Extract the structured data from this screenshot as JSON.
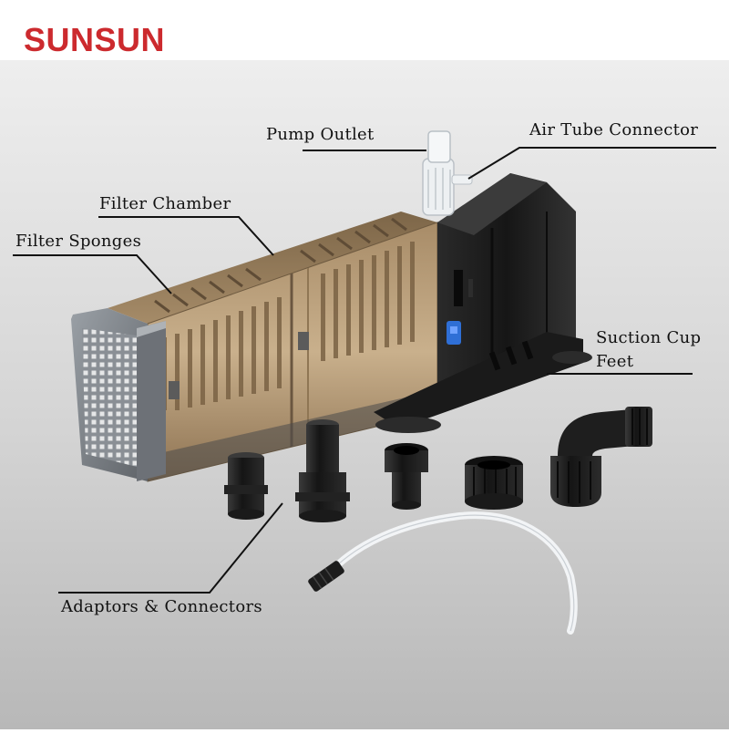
{
  "brand": {
    "name": "SUNSUN",
    "color": "#cc2a2e"
  },
  "callouts": {
    "pump_outlet": "Pump Outlet",
    "air_tube_connector": "Air Tube Connector",
    "filter_chamber": "Filter Chamber",
    "filter_sponges": "Filter Sponges",
    "suction_cup_feet_line1": "Suction Cup",
    "suction_cup_feet_line2": "Feet",
    "adaptors_connectors": "Adaptors & Connectors"
  },
  "colors": {
    "background_top": "#ffffff",
    "background_studio": "#d9d9d9",
    "pump_body": "#1c1c1c",
    "filter_housing": "#b59a76",
    "end_cap": "#7e8288",
    "accent_clip": "#2f6fd6",
    "tube": "#f2f4f6"
  }
}
